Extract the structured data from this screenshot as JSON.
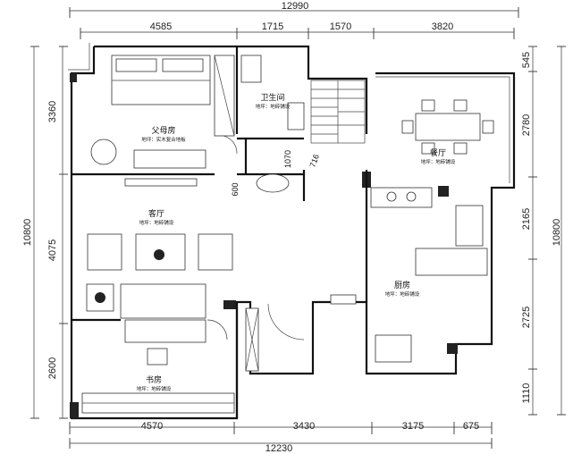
{
  "dimensions": {
    "top_total": "12990",
    "top_segments": [
      "4585",
      "1715",
      "1570",
      "3820"
    ],
    "bottom_total": "12230",
    "bottom_segments": [
      "4570",
      "3430",
      "3175",
      "675"
    ],
    "left_total": "10800",
    "left_segments": [
      "3360",
      "4075",
      "2600"
    ],
    "right_total": "10800",
    "right_segments": [
      "545",
      "2780",
      "2165",
      "2725",
      "1110"
    ],
    "inner": [
      "1070",
      "716",
      "600"
    ]
  },
  "rooms": {
    "parents_room": {
      "name": "父母房",
      "floor": "地坪：实木复合地板"
    },
    "bathroom": {
      "name": "卫生间",
      "floor": "地坪：地砖铺设"
    },
    "dining": {
      "name": "餐厅",
      "floor": "地坪：地砖铺设"
    },
    "living": {
      "name": "客厅",
      "floor": "地坪：地砖铺设"
    },
    "kitchen": {
      "name": "厨房",
      "floor": "地坪：地砖铺设"
    },
    "study": {
      "name": "书房",
      "floor": "地坪：地砖铺设"
    }
  }
}
